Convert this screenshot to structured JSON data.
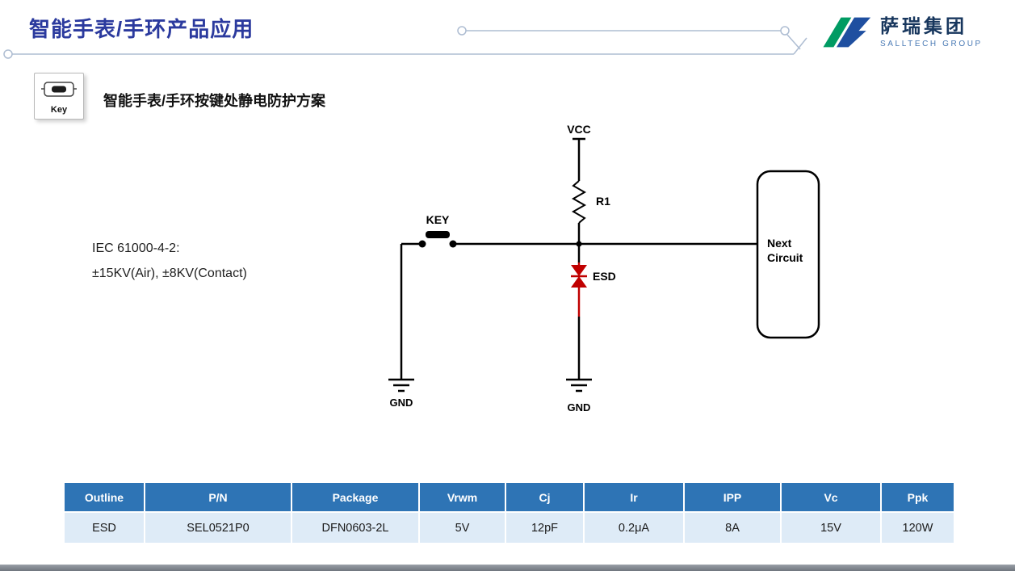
{
  "header": {
    "title": "智能手表/手环产品应用",
    "logo_cn": "萨瑞集团",
    "logo_en": "SALLTECH GROUP"
  },
  "section": {
    "key_icon_label": "Key",
    "heading": "智能手表/手环按键处静电防护方案"
  },
  "circuit": {
    "iec_line1": "IEC 61000-4-2:",
    "iec_line2": "±15KV(Air), ±8KV(Contact)",
    "vcc": "VCC",
    "r1": "R1",
    "key": "KEY",
    "esd": "ESD",
    "gnd_left": "GND",
    "gnd_right": "GND",
    "next_line1": "Next",
    "next_line2": "Circuit"
  },
  "table": {
    "headers": [
      "Outline",
      "P/N",
      "Package",
      "Vrwm",
      "Cj",
      "Ir",
      "IPP",
      "Vc",
      "Ppk"
    ],
    "rows": [
      [
        "ESD",
        "SEL0521P0",
        "DFN0603-2L",
        "5V",
        "12pF",
        "0.2μA",
        "8A",
        "15V",
        "120W"
      ]
    ]
  },
  "colors": {
    "title_blue": "#2B3A9E",
    "table_header_blue": "#2E74B5",
    "table_row_blue": "#DEEBF7",
    "esd_red": "#C00000",
    "logo_green": "#009B63",
    "logo_blue": "#1F4FA0"
  }
}
